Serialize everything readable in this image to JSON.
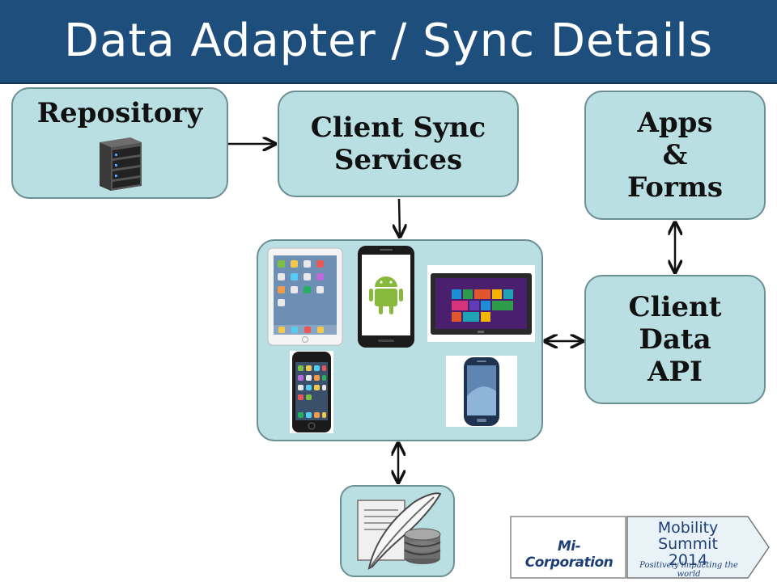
{
  "slide": {
    "title": "Data Adapter / Sync Details"
  },
  "diagram": {
    "repository": {
      "label": "Repository",
      "icon": "server-icon"
    },
    "client_sync": {
      "line1": "Client Sync",
      "line2": "Services"
    },
    "apps_forms": {
      "line1": "Apps",
      "line2": "&",
      "line3": "Forms"
    },
    "client_data_api": {
      "line1": "Client",
      "line2": "Data",
      "line3": "API"
    },
    "devices": [
      "ipad-device-icon",
      "android-phone-icon",
      "windows-tablet-icon",
      "iphone-device-icon",
      "galaxy-phone-icon"
    ],
    "local_storage": {
      "icon": "sqlite-database-icon"
    }
  },
  "logo": {
    "brand": "Mi-Corporation",
    "event_line1": "Mobility Summit",
    "event_line2": "2014",
    "tagline": "Positively impacting the world"
  },
  "colors": {
    "title_bar": "#1e4e7c",
    "box_fill": "#b9dfe3",
    "box_border": "#6b8f93",
    "brand_blue": "#1d3f76"
  }
}
